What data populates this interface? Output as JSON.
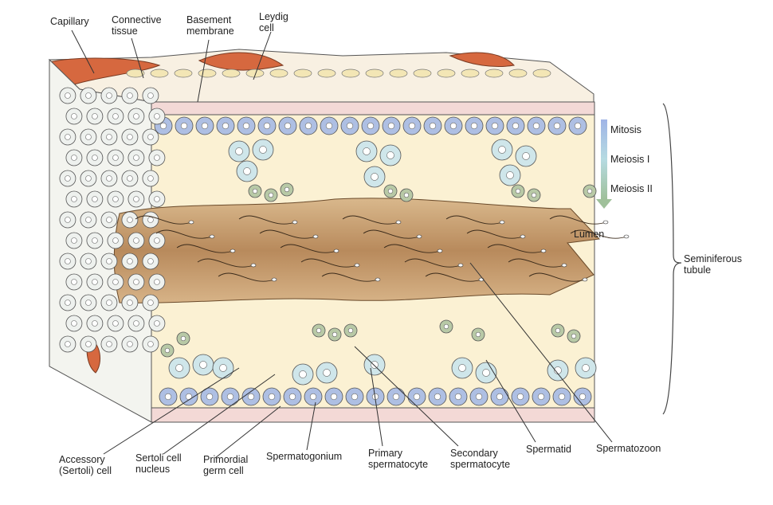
{
  "figure": {
    "top_labels": {
      "capillary": "Capillary",
      "connective_tissue": "Connective\ntissue",
      "basement_membrane": "Basement\nmembrane",
      "leydig_cell": "Leydig\ncell"
    },
    "stage_labels": {
      "mitosis": "Mitosis",
      "meiosis_1": "Meiosis I",
      "meiosis_2": "Meiosis II"
    },
    "lumen": "Lumen",
    "seminiferous_tubule": "Seminiferous\ntubule",
    "bottom_labels": {
      "accessory_cell": "Accessory\n(Sertoli) cell",
      "sertoli_nucleus": "Sertoli cell\nnucleus",
      "primordial_germ_cell": "Primordial\ngerm cell",
      "spermatogonium": "Spermatogonium",
      "primary_spermatocyte": "Primary\nspermatocyte",
      "secondary_spermatocyte": "Secondary\nspermatocyte",
      "spermatid": "Spermatid",
      "spermatozoon": "Spermatozoon"
    },
    "colors": {
      "blue_cell": "#aebfe3",
      "cyan_cell": "#cfe6ea",
      "green_cell": "#b8c9a6",
      "tissue": "#fbf1d3",
      "lumen": "#c49b6e",
      "capillary": "#d6683f",
      "membrane": "#f3d9d6"
    }
  }
}
